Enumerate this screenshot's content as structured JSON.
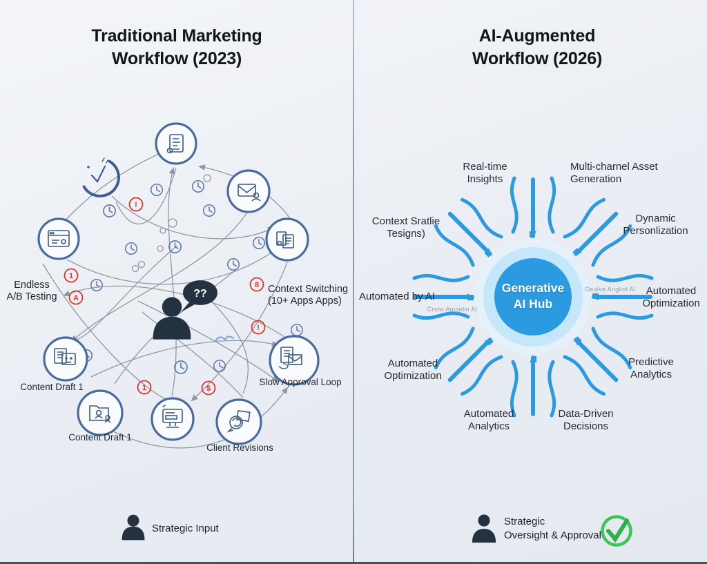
{
  "left": {
    "title": "Traditional Marketing\nWorkflow (2023)",
    "speech": "??",
    "labels": {
      "endless_ab": "Endless\nA/B Testing",
      "context_switching": "Context Switching\n(10+ Apps Apps)",
      "slow_approval": "Slow Approval Loop",
      "client_revisions": "Client Revisions",
      "content_draft_a": "Content Draft 1",
      "content_draft_b": "Content Draft 1"
    },
    "alerts": [
      "!",
      "1",
      "A",
      "8",
      "!",
      "1",
      "$"
    ],
    "footer": "Strategic Input",
    "icons": [
      "document-checklist-icon",
      "gauge-clock-icon",
      "email-person-icon",
      "documents-icon",
      "browser-window-icon",
      "content-pages-icon",
      "folder-user-icon",
      "kanban-desktop-icon",
      "chat-revision-icon",
      "approval-mail-icon",
      "clock-icon",
      "alert-badge-icon",
      "person-silhouette-icon",
      "speech-bubble-icon"
    ]
  },
  "right": {
    "title": "AI-Augmented\nWorkflow (2026)",
    "hub": "Generative\nAI Hub",
    "labels": {
      "real_time_insights": "Real-time\nInsights",
      "multi_channel_asset": "Multi-charnel Asset\nGeneration",
      "content_strategy": "Context Sratlie\nTesigns)",
      "dynamic_personalization": "Dynamic\nPersonlization",
      "automated_by_ai": "Automated by AI",
      "automated_optimization_right": "Automated\nOptimization",
      "automated_optimization_left": "Automated\nOptimization",
      "predictive_analytics": "Predictive\nAnalytics",
      "automated_analytics": "Automated\nAnalytics",
      "data_driven_decisions": "Data-Driven\nDecisions",
      "faint_caption_left": "Crstw Amgidin AI",
      "faint_caption_right": "Oealve Anglint AI"
    },
    "footer": "Strategic\nOversight & Approval",
    "icons": [
      "generative-ai-hub",
      "inward-arrow-icon",
      "wavy-flow-line-icon",
      "person-silhouette-icon",
      "check-circle-icon"
    ]
  },
  "colors": {
    "accent_blue": "#2b9ae1",
    "hub_ring": "#c4e7fa",
    "node_border": "#4a6b9d",
    "icon_stroke": "#3d5a80",
    "connector_gray": "#878f9a",
    "alert_red": "#dd3527",
    "check_green": "#3fc455",
    "silhouette_dark": "#243140"
  }
}
